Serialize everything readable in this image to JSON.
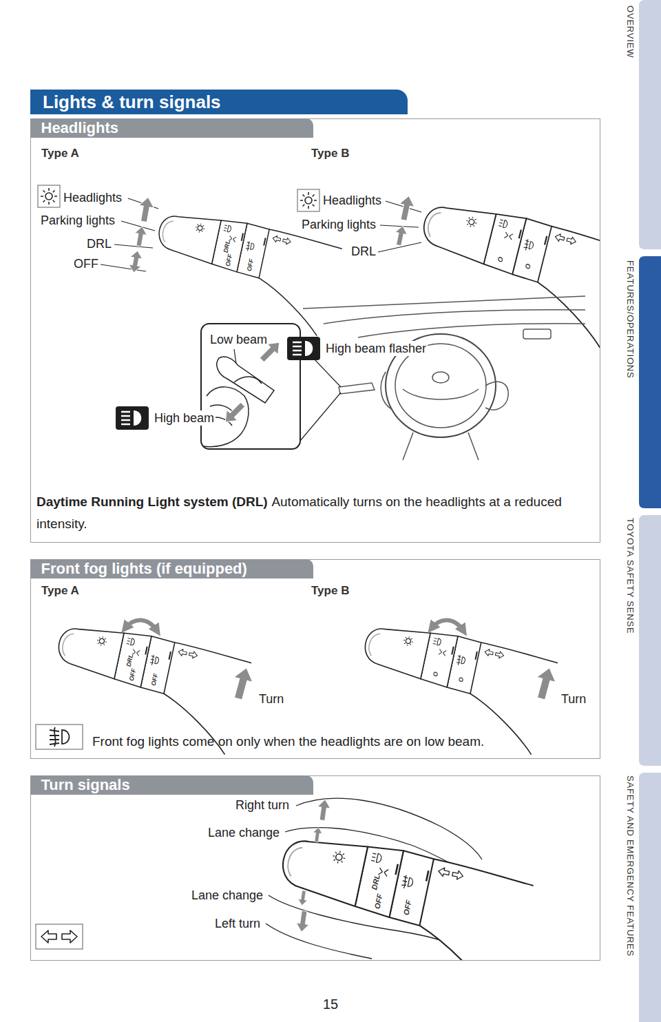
{
  "diagram": {
    "title": "Lights & turn signals",
    "nodes": [
      {
        "text": [
          "Headlights",
          "Daytime Running Light system (DRL)",
          "Automatically turns on the headlights at a reduced intensity."
        ]
      },
      {
        "text": [
          "Front fog lights (if equipped)",
          "Front fog lights come on only when the headlights are on low beam."
        ]
      },
      {
        "text": [
          "Turn signals"
        ]
      }
    ],
    "labels": [
      "OVERVIEW",
      "FEATURES/OPERATIONS",
      "TOYOTA SAFETY SENSE",
      "SAFETY AND EMERGENCY FEATURES",
      "Type A",
      "Type B",
      "Headlights",
      "Parking lights",
      "DRL",
      "OFF",
      "Headlights",
      "Parking lights",
      "DRL",
      "Low beam",
      "High beam flasher",
      "High beam",
      "Type A",
      "Type B",
      "Turn",
      "Turn",
      "Right turn",
      "Lane change",
      "Lane change",
      "Left turn",
      "15",
      "DRL",
      "OFF",
      "OFF",
      "O",
      "O",
      "DRL",
      "OFF",
      "OFF",
      "O",
      "O",
      "DRL",
      "OFF",
      "OFF"
    ]
  }
}
